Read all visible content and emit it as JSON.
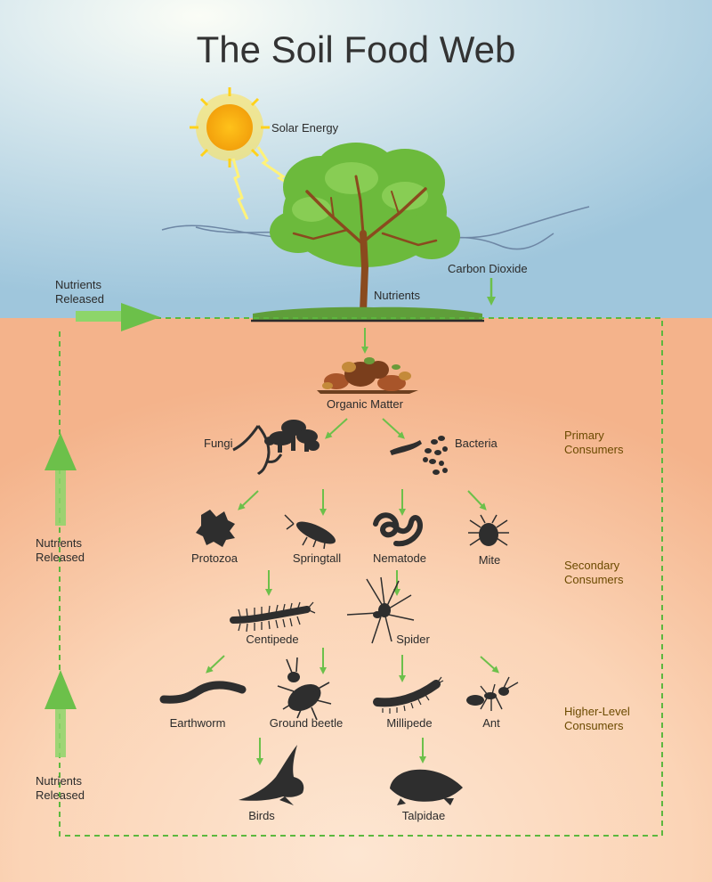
{
  "title": "The Soil Food Web",
  "labels": {
    "solar": "Solar Energy",
    "co2": "Carbon Dioxide",
    "nutrients": "Nutrients",
    "organic": "Organic Matter",
    "fungi": "Fungi",
    "bacteria": "Bacteria",
    "protozoa": "Protozoa",
    "springtail": "Springtall",
    "nematode": "Nematode",
    "mite": "Mite",
    "centipede": "Centipede",
    "spider": "Spider",
    "earthworm": "Earthworm",
    "beetle": "Ground beetle",
    "millipede": "Millipede",
    "ant": "Ant",
    "birds": "Birds",
    "talpidae": "Talpidae"
  },
  "levels": {
    "primary": "Primary Consumers",
    "secondary": "Secondary Consumers",
    "higher": "Higher-Level Consumers"
  },
  "side": {
    "released_top": "Nutrients Released",
    "released_mid": "Nutrients Released",
    "released_bottom": "Nutrients Released"
  },
  "colors": {
    "arrow": "#6cc04a",
    "sky_top": "#a6c9dc",
    "soil": "#f5b991",
    "silhouette": "#2e2e2e"
  }
}
